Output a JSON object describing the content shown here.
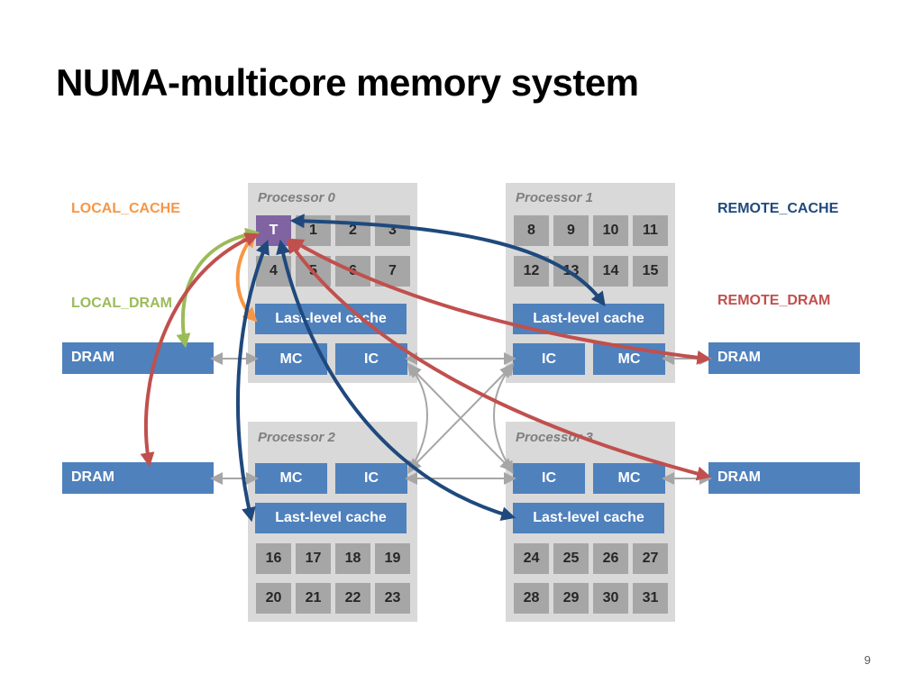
{
  "title": "NUMA-multicore memory system",
  "page_number": "9",
  "processors": [
    {
      "name": "Processor 0",
      "cores": [
        "T",
        "1",
        "2",
        "3",
        "4",
        "5",
        "6",
        "7"
      ],
      "llc": "Last-level cache",
      "mc": "MC",
      "ic": "IC"
    },
    {
      "name": "Processor 1",
      "cores": [
        "8",
        "9",
        "10",
        "11",
        "12",
        "13",
        "14",
        "15"
      ],
      "llc": "Last-level cache",
      "mc": "MC",
      "ic": "IC"
    },
    {
      "name": "Processor 2",
      "cores": [
        "16",
        "17",
        "18",
        "19",
        "20",
        "21",
        "22",
        "23"
      ],
      "llc": "Last-level cache",
      "mc": "MC",
      "ic": "IC"
    },
    {
      "name": "Processor 3",
      "cores": [
        "24",
        "25",
        "26",
        "27",
        "28",
        "29",
        "30",
        "31"
      ],
      "llc": "Last-level cache",
      "mc": "MC",
      "ic": "IC"
    }
  ],
  "dram": [
    "DRAM",
    "DRAM",
    "DRAM",
    "DRAM"
  ],
  "legend": {
    "local_cache": "LOCAL_CACHE",
    "local_dram": "LOCAL_DRAM",
    "remote_cache": "REMOTE_CACHE",
    "remote_dram": "REMOTE_DRAM"
  },
  "colors": {
    "local_cache": "#f79646",
    "local_dram": "#9bbb59",
    "remote_cache": "#1f497d",
    "remote_dram": "#c0504d",
    "block": "#4f81bd",
    "core": "#a6a6a6",
    "thread": "#8064a2"
  }
}
